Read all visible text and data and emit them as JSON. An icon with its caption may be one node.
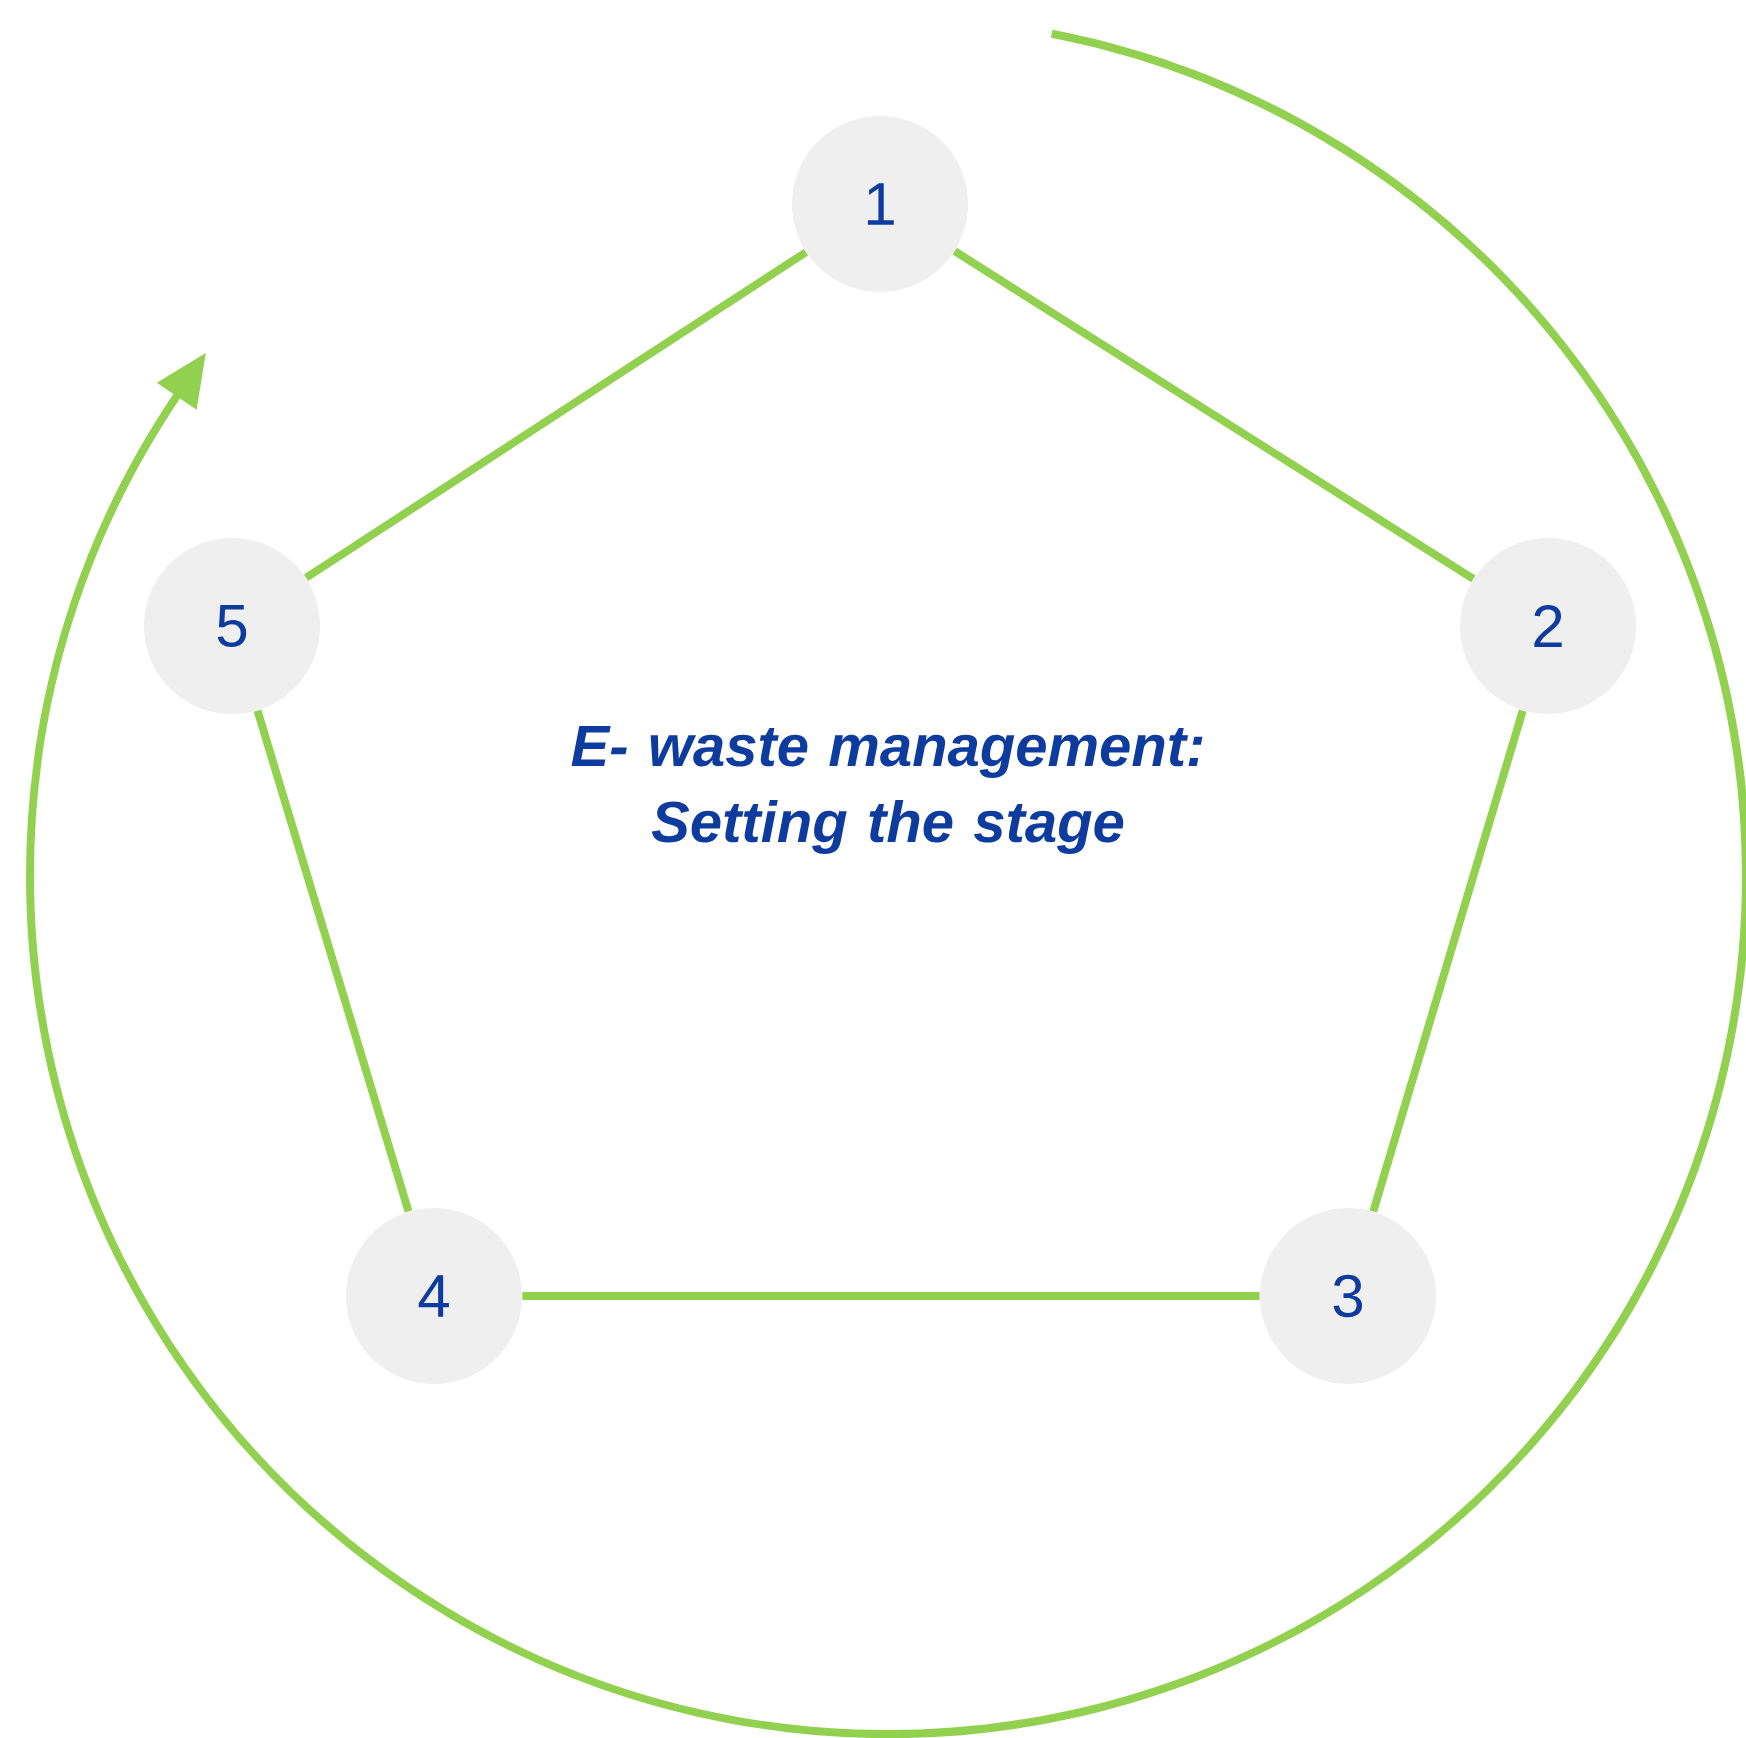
{
  "diagram": {
    "title": "E- waste management: Setting the stage",
    "nodes": [
      {
        "text": [
          "1"
        ]
      },
      {
        "text": [
          "2"
        ]
      },
      {
        "text": [
          "3"
        ]
      },
      {
        "text": [
          "4"
        ]
      },
      {
        "text": [
          "5"
        ]
      }
    ],
    "edges": [
      {
        "from": 0,
        "to": 1,
        "arrow": "none"
      },
      {
        "from": 1,
        "to": 2,
        "arrow": "none"
      },
      {
        "from": 2,
        "to": 3,
        "arrow": "none"
      },
      {
        "from": 3,
        "to": 4,
        "arrow": "none"
      },
      {
        "from": 4,
        "to": 0,
        "arrow": "none"
      }
    ]
  }
}
